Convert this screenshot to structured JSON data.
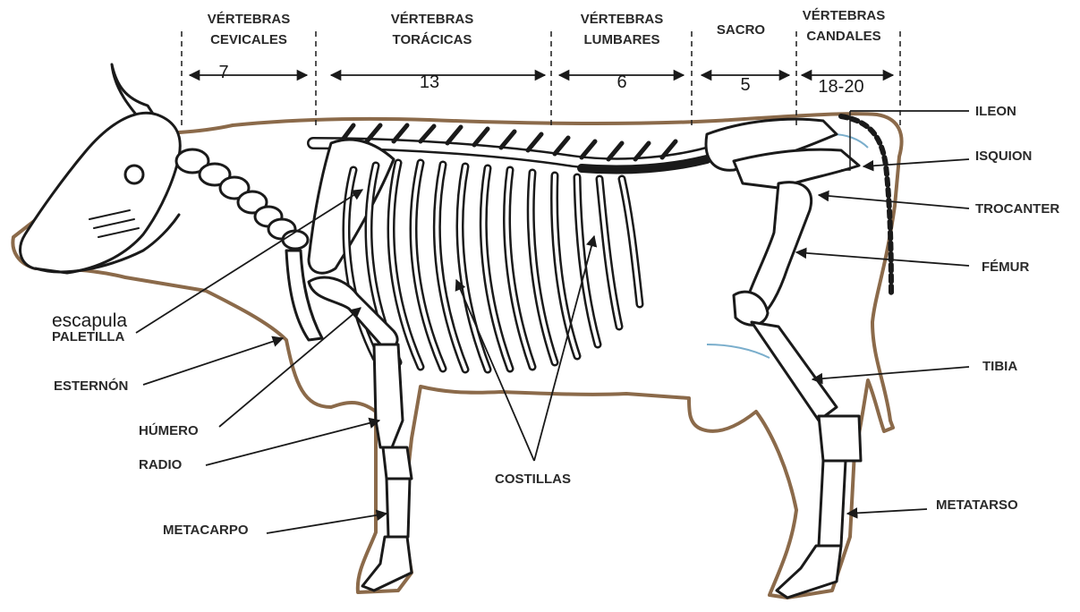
{
  "sections": [
    {
      "id": "cervical",
      "title_line1": "VÉRTEBRAS",
      "title_line2": "CEVICALES",
      "count": "7"
    },
    {
      "id": "thoracic",
      "title_line1": "VÉRTEBRAS",
      "title_line2": "TORÁCICAS",
      "count": "13"
    },
    {
      "id": "lumbar",
      "title_line1": "VÉRTEBRAS",
      "title_line2": "LUMBARES",
      "count": "6"
    },
    {
      "id": "sacrum",
      "title_line1": "SACRO",
      "title_line2": "",
      "count": "5"
    },
    {
      "id": "caudal",
      "title_line1": "VÉRTEBRAS",
      "title_line2": "CANDALES",
      "count": "18-20"
    }
  ],
  "labels": {
    "ileon": "ILEON",
    "isquion": "ISQUION",
    "trocanter": "TROCANTER",
    "femur": "FÉMUR",
    "tibia": "TIBIA",
    "metatarso": "METATARSO",
    "paletilla": "PALETILLA",
    "escapula_note": "escapula",
    "esternon": "ESTERNÓN",
    "humero": "HÚMERO",
    "radio": "RADIO",
    "metacarpo": "METACARPO",
    "costillas": "COSTILLAS"
  },
  "colors": {
    "outline": "#8b6a4a",
    "bone_fill": "#ffffff",
    "bone_stroke": "#1a1a1a",
    "text": "#2a2a2a",
    "water_accent": "#7aaecc"
  }
}
